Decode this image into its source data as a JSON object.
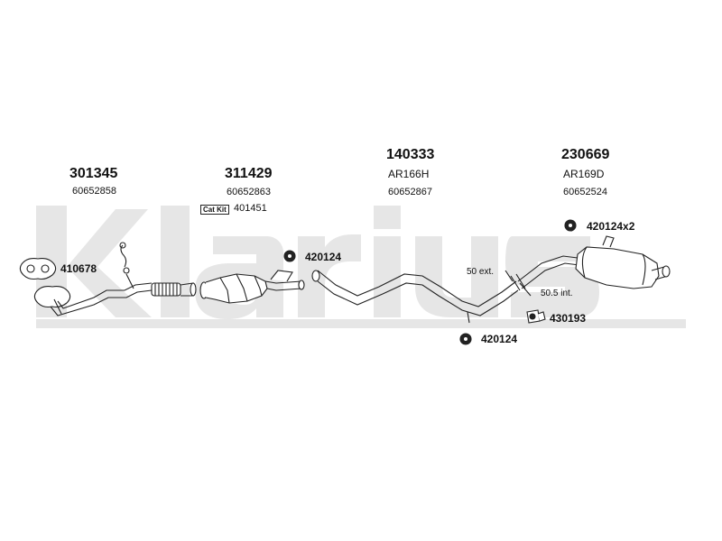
{
  "watermark": {
    "text": "klarius",
    "color": "#e6e6e6"
  },
  "sections": [
    {
      "part_number": "301345",
      "oem_number": "60652858"
    },
    {
      "part_number": "311429",
      "oem_number": "60652863",
      "cat_kit_label": "Cat Kit",
      "cat_kit_number": "401451"
    },
    {
      "part_number": "140333",
      "code": "AR166H",
      "oem_number": "60652867"
    },
    {
      "part_number": "230669",
      "code": "AR169D",
      "oem_number": "60652524"
    }
  ],
  "fittings": [
    {
      "number": "410678"
    },
    {
      "number": "420124"
    },
    {
      "number": "420124"
    },
    {
      "number": "420124x2"
    },
    {
      "number": "430193"
    }
  ],
  "notes": {
    "ext": "50 ext.",
    "int": "50.5 int."
  }
}
